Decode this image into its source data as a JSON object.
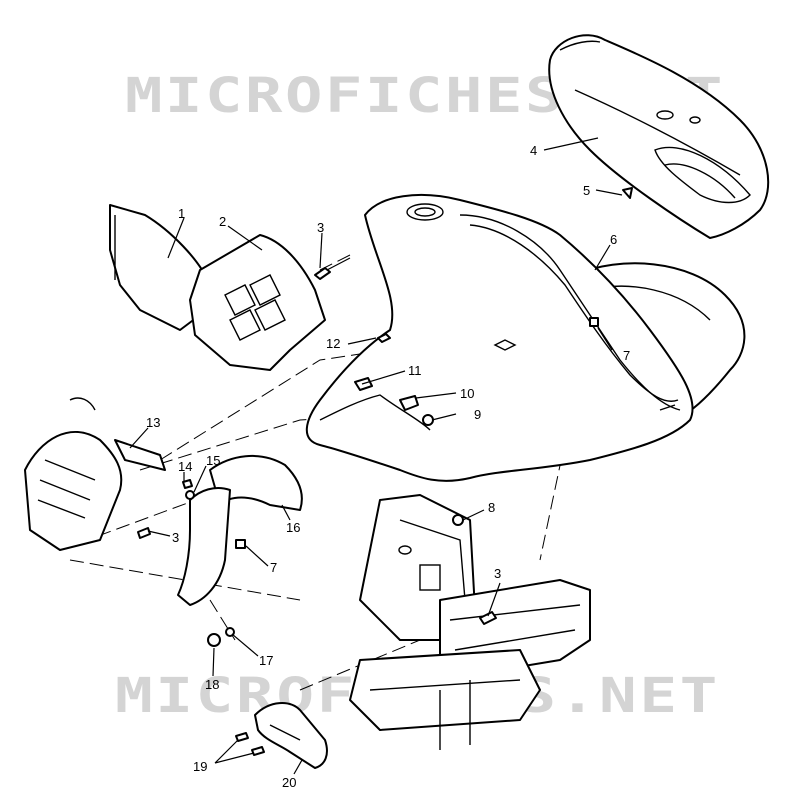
{
  "watermark": {
    "top": "MICROFICHES.NET",
    "bottom": "MICROFICHES.NET"
  },
  "callouts": {
    "c1": "1",
    "c2": "2",
    "c3a": "3",
    "c3b": "3",
    "c3c": "3",
    "c4": "4",
    "c5": "5",
    "c6": "6",
    "c7a": "7",
    "c7b": "7",
    "c8": "8",
    "c9": "9",
    "c10": "10",
    "c11": "11",
    "c12": "12",
    "c13": "13",
    "c14": "14",
    "c15": "15",
    "c16": "16",
    "c17": "17",
    "c18": "18",
    "c19": "19",
    "c20": "20"
  },
  "icons": [
    "screw-icon",
    "nut-icon",
    "washer-icon",
    "clip-icon"
  ],
  "colors": {
    "line": "#000000",
    "watermark": "#d4d4d4",
    "background": "#ffffff"
  }
}
